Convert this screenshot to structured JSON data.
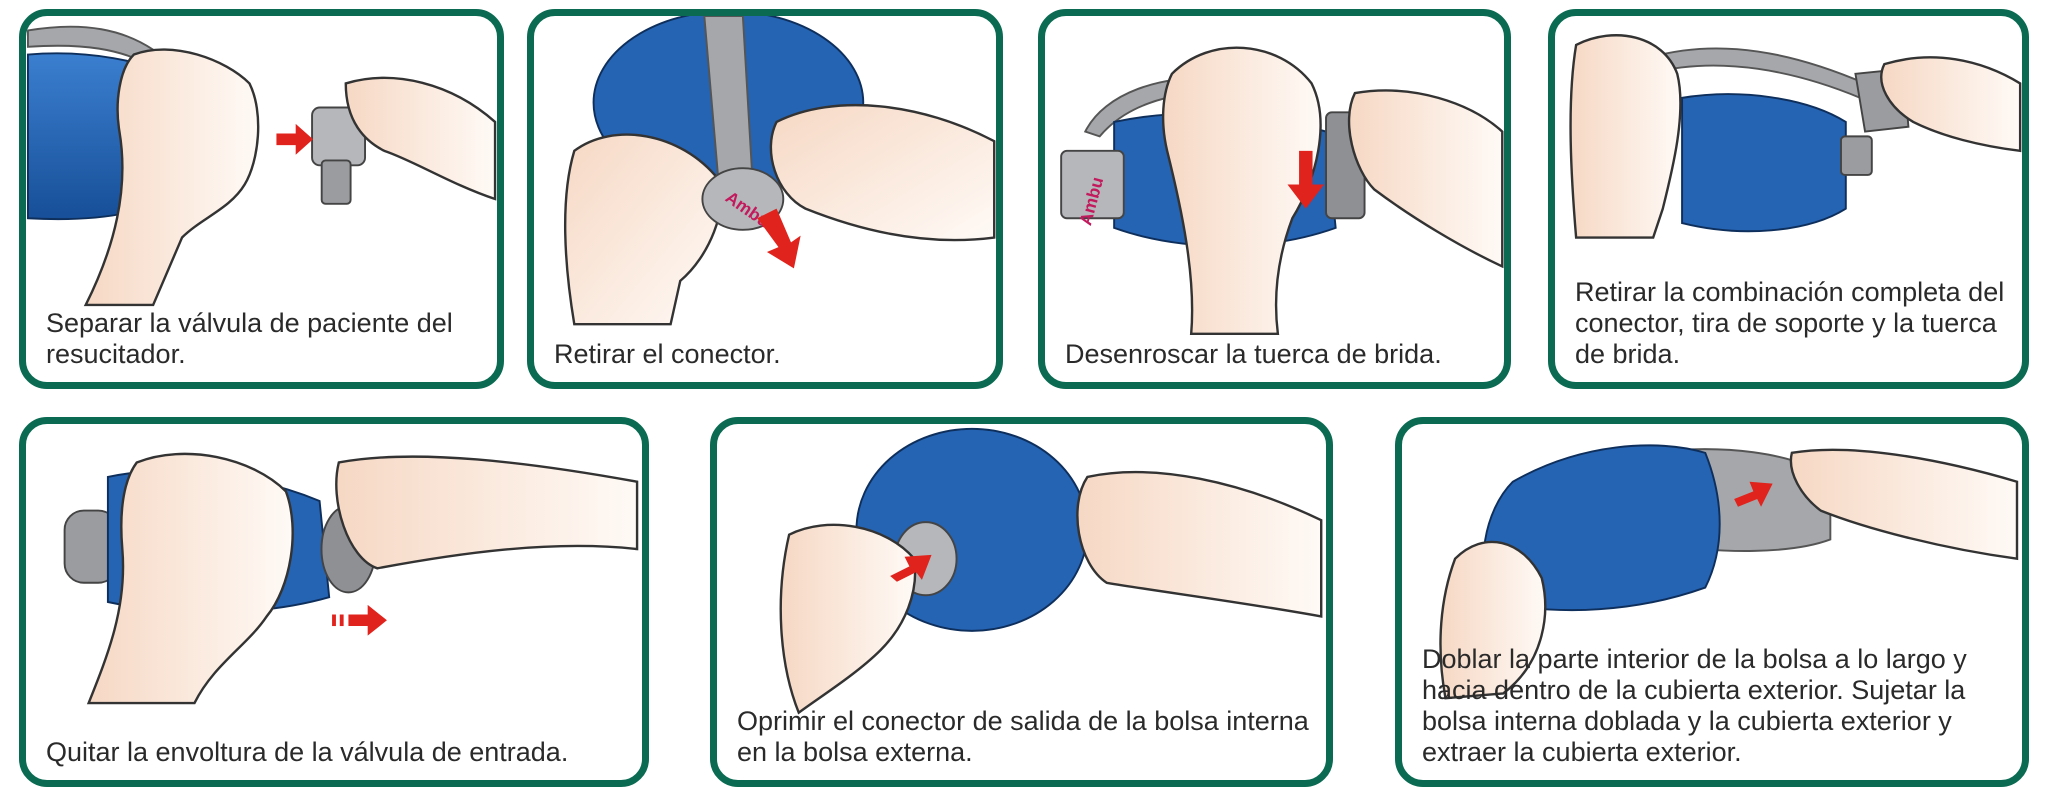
{
  "colors": {
    "border": "#0b6b52",
    "bag": "#1f5fb0",
    "bag_dark": "#123f7a",
    "skin": "#fbe9dc",
    "grey": "#9a9c9f",
    "arrow": "#e0231c"
  },
  "panels": [
    {
      "caption": "Separar la válvula de paciente del resucitador."
    },
    {
      "caption": "Retirar el conector.",
      "logo": "Ambu"
    },
    {
      "caption": "Desenroscar la tuerca de brida.",
      "logo": "Ambu"
    },
    {
      "caption": "Retirar la combinación completa del conector, tira de soporte y la tuerca de brida."
    },
    {
      "caption": "Quitar la envoltura de la válvula de entrada."
    },
    {
      "caption": "Oprimir el conector de salida de la bolsa interna en la bolsa externa."
    },
    {
      "caption": "Doblar la parte interior de la bolsa a lo largo y hacia dentro de la cubierta exterior. Sujetar la bolsa interna doblada y la cubierta exterior y extraer la cubierta exterior."
    }
  ]
}
